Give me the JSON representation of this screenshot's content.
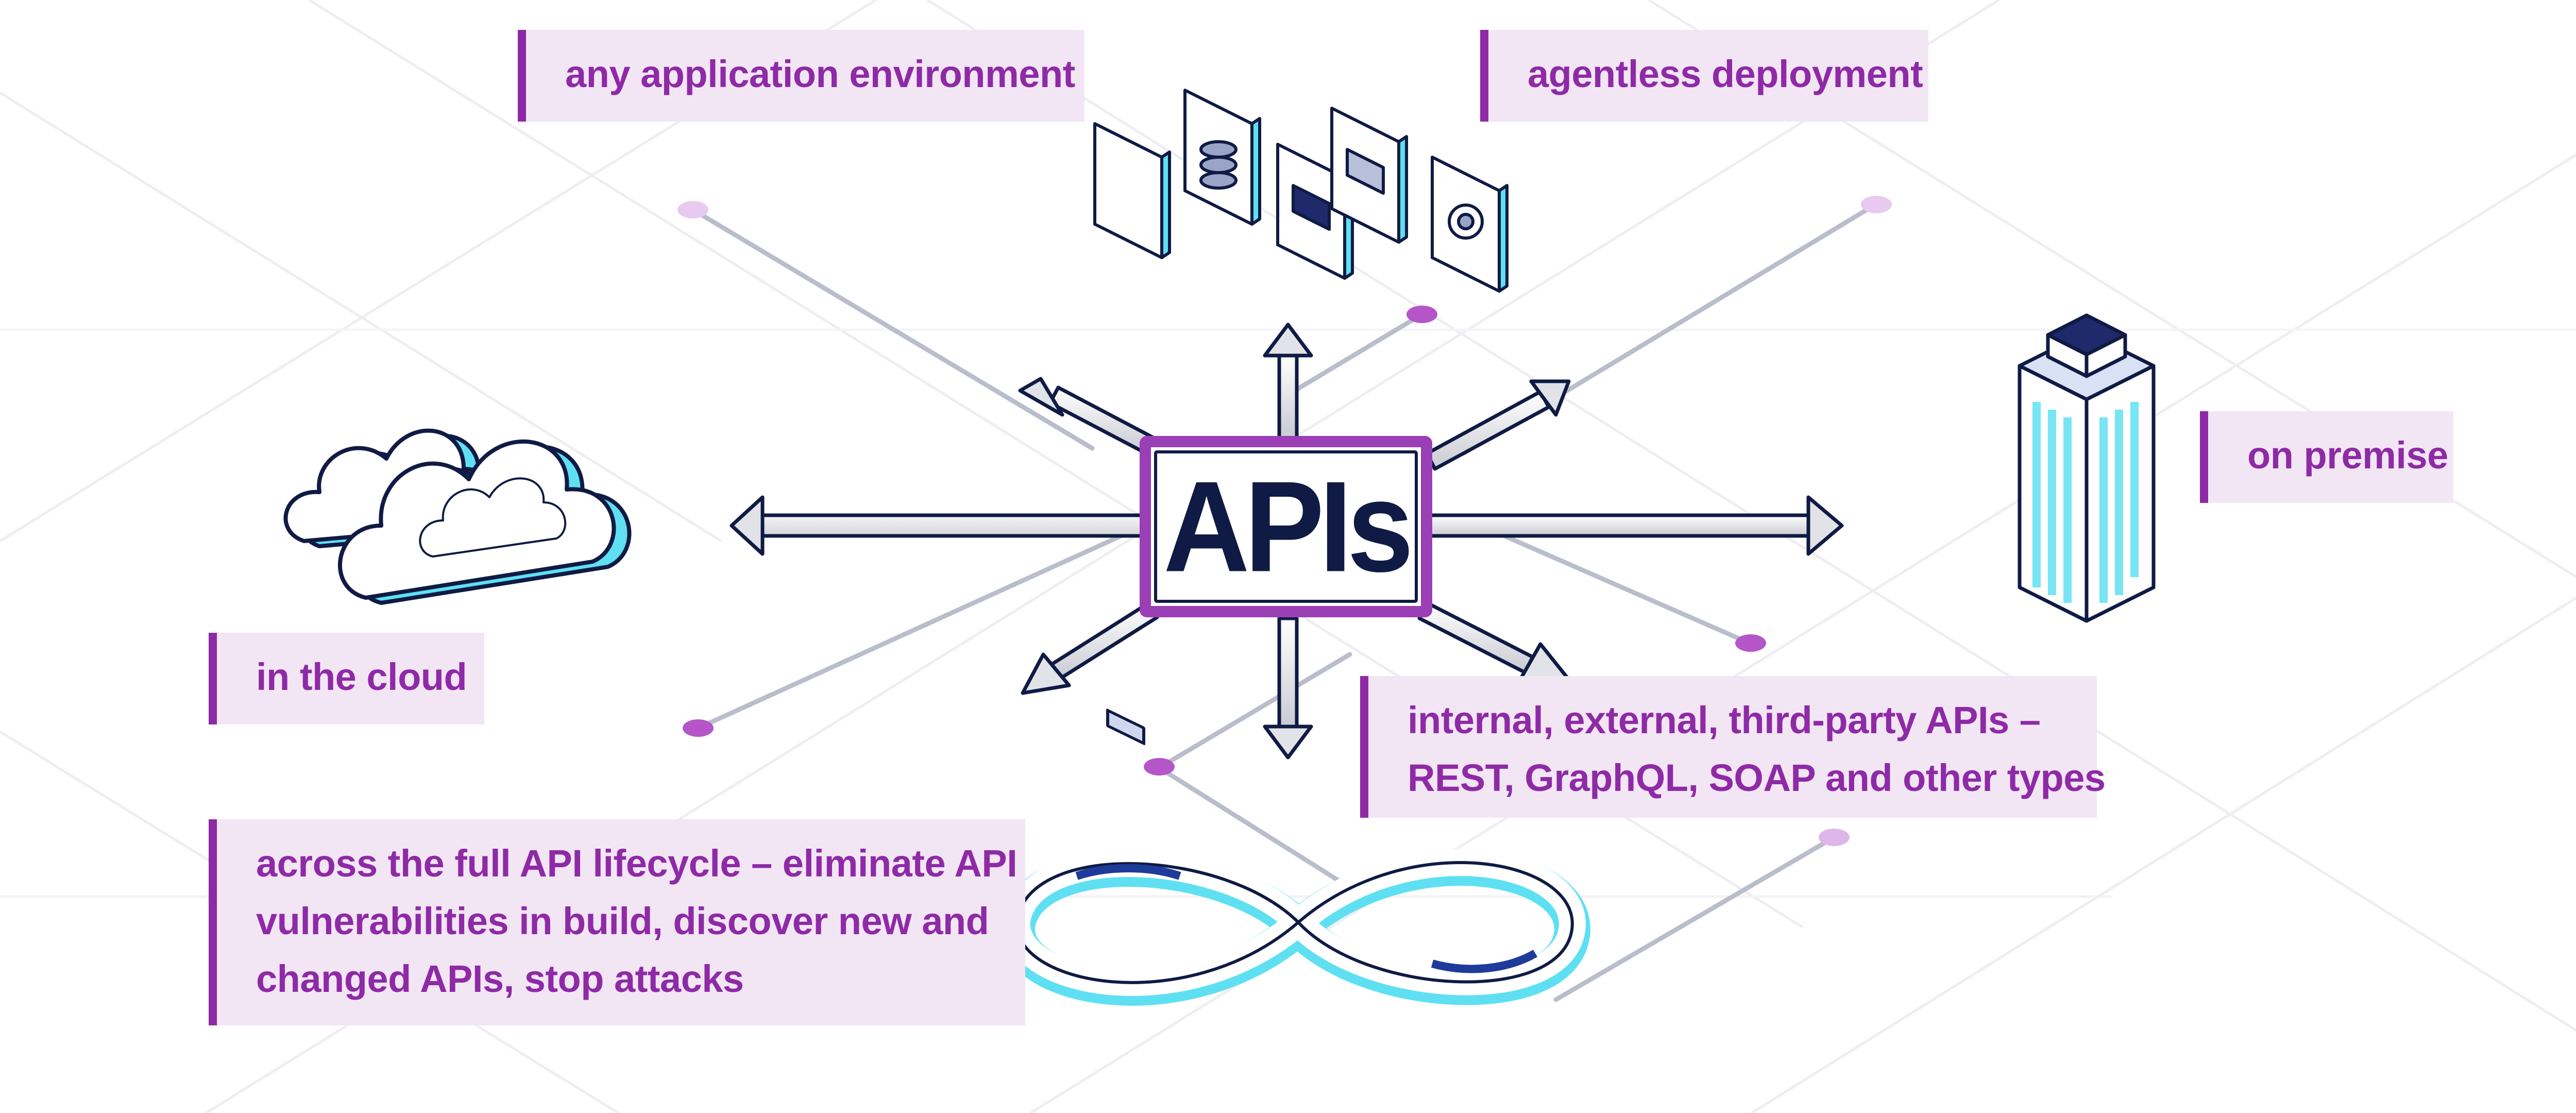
{
  "center": {
    "label": "APIs"
  },
  "labels": {
    "app_env": "any application environment",
    "agentless": "agentless deployment",
    "on_premise": "on premise",
    "cloud": "in the cloud",
    "api_types": [
      "internal, external, third-party APIs –",
      "REST, GraphQL, SOAP and other types"
    ],
    "lifecycle": [
      "across the full API lifecycle – eliminate API",
      "vulnerabilities in build, discover new and",
      "changed APIs, stop attacks"
    ]
  },
  "icons": {
    "servers": "server-documents-icon",
    "building": "office-building-icon",
    "cloud": "cloud-icon",
    "lifecycle": "infinity-loop-icon"
  },
  "colors": {
    "accent": "#8e2aa6",
    "label_bg": "#f2e6f5",
    "navy": "#0f1b44",
    "cyan": "#5fe0f2",
    "dot": "#b455c8"
  }
}
